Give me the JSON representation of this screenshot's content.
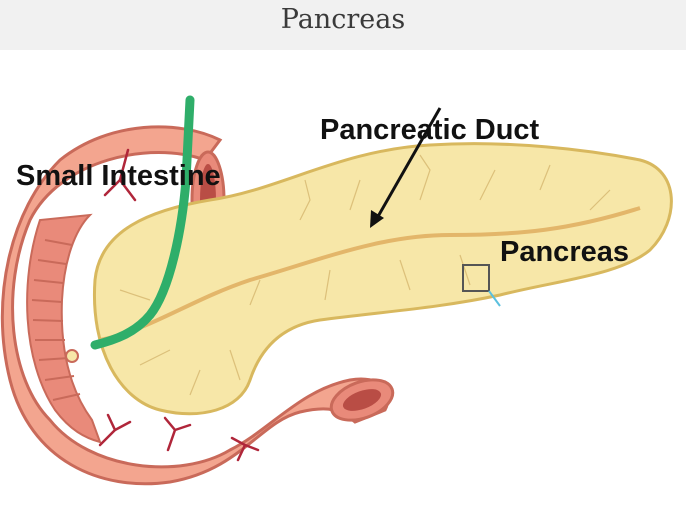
{
  "page": {
    "title": "Pancreas"
  },
  "diagram": {
    "labels": {
      "small_intestine": "Small Intestine",
      "pancreatic_duct": "Pancreatic Duct",
      "pancreas": "Pancreas"
    },
    "colors": {
      "intestine_fill": "#f3a58f",
      "intestine_dark": "#c96a5a",
      "pancreas_fill": "#f7e7a8",
      "pancreas_stroke": "#d8b85e",
      "duct": "#e3b66a",
      "bile_duct": "#2fae6a",
      "vessels": "#b0263a"
    }
  }
}
